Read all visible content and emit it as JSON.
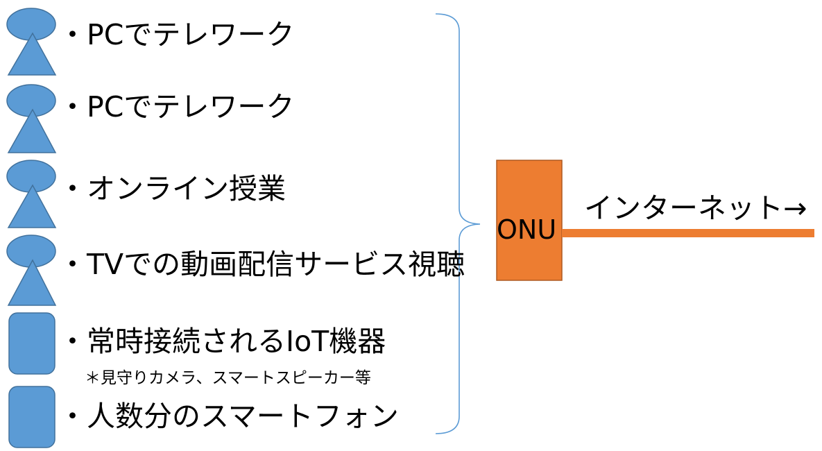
{
  "items": [
    {
      "icon": "person-icon",
      "label": "・PCでテレワーク"
    },
    {
      "icon": "person-icon",
      "label": "・PCでテレワーク"
    },
    {
      "icon": "person-icon",
      "label": "・オンライン授業"
    },
    {
      "icon": "person-icon",
      "label": "・TVでの動画配信サービス視聴"
    },
    {
      "icon": "device-icon",
      "label": "・常時接続されるIoT機器",
      "note": "＊見守りカメラ、スマートスピーカー等"
    },
    {
      "icon": "device-icon",
      "label": "・人数分のスマートフォン"
    }
  ],
  "onu": {
    "label": "ONU"
  },
  "internet": {
    "label": "インターネット→"
  },
  "colors": {
    "icon_fill": "#5b9bd5",
    "icon_stroke": "#41719c",
    "onu_fill": "#ed7d31",
    "onu_stroke": "#ae5a21",
    "line": "#ed7d31",
    "brace": "#5b9bd5"
  }
}
